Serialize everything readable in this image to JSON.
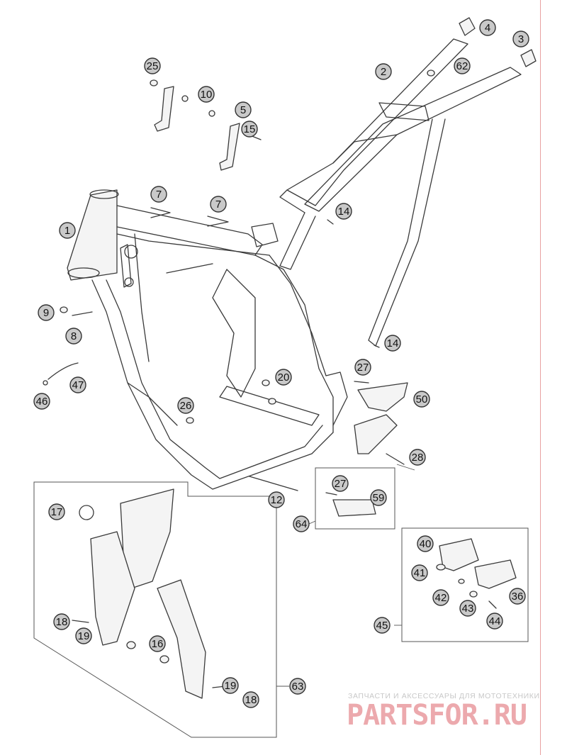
{
  "callouts": [
    {
      "id": "c1",
      "label": "1"
    },
    {
      "id": "c2",
      "label": "2"
    },
    {
      "id": "c3",
      "label": "3"
    },
    {
      "id": "c4",
      "label": "4"
    },
    {
      "id": "c5",
      "label": "5"
    },
    {
      "id": "c7a",
      "label": "7"
    },
    {
      "id": "c7b",
      "label": "7"
    },
    {
      "id": "c8",
      "label": "8"
    },
    {
      "id": "c9",
      "label": "9"
    },
    {
      "id": "c10",
      "label": "10"
    },
    {
      "id": "c12",
      "label": "12"
    },
    {
      "id": "c14a",
      "label": "14"
    },
    {
      "id": "c14b",
      "label": "14"
    },
    {
      "id": "c15",
      "label": "15"
    },
    {
      "id": "c16",
      "label": "16"
    },
    {
      "id": "c17",
      "label": "17"
    },
    {
      "id": "c18a",
      "label": "18"
    },
    {
      "id": "c18b",
      "label": "18"
    },
    {
      "id": "c19a",
      "label": "19"
    },
    {
      "id": "c19b",
      "label": "19"
    },
    {
      "id": "c20",
      "label": "20"
    },
    {
      "id": "c25",
      "label": "25"
    },
    {
      "id": "c26",
      "label": "26"
    },
    {
      "id": "c27a",
      "label": "27"
    },
    {
      "id": "c27b",
      "label": "27"
    },
    {
      "id": "c28",
      "label": "28"
    },
    {
      "id": "c36",
      "label": "36"
    },
    {
      "id": "c40",
      "label": "40"
    },
    {
      "id": "c41",
      "label": "41"
    },
    {
      "id": "c42",
      "label": "42"
    },
    {
      "id": "c43",
      "label": "43"
    },
    {
      "id": "c44",
      "label": "44"
    },
    {
      "id": "c45",
      "label": "45"
    },
    {
      "id": "c46",
      "label": "46"
    },
    {
      "id": "c47",
      "label": "47"
    },
    {
      "id": "c50",
      "label": "50"
    },
    {
      "id": "c59",
      "label": "59"
    },
    {
      "id": "c62",
      "label": "62"
    },
    {
      "id": "c63",
      "label": "63"
    },
    {
      "id": "c64",
      "label": "64"
    }
  ],
  "watermark": {
    "caption": "ЗАПЧАСТИ И АКСЕССУАРЫ ДЛЯ МОТОТЕХНИКИ",
    "logo": "PARTSFOR.RU"
  },
  "colors": {
    "watermark_logo": "#eca9ad",
    "watermark_caption": "#c8c8c8",
    "callout_fill": "#c9c9c9",
    "right_edge_line": "#e8a0a0"
  }
}
